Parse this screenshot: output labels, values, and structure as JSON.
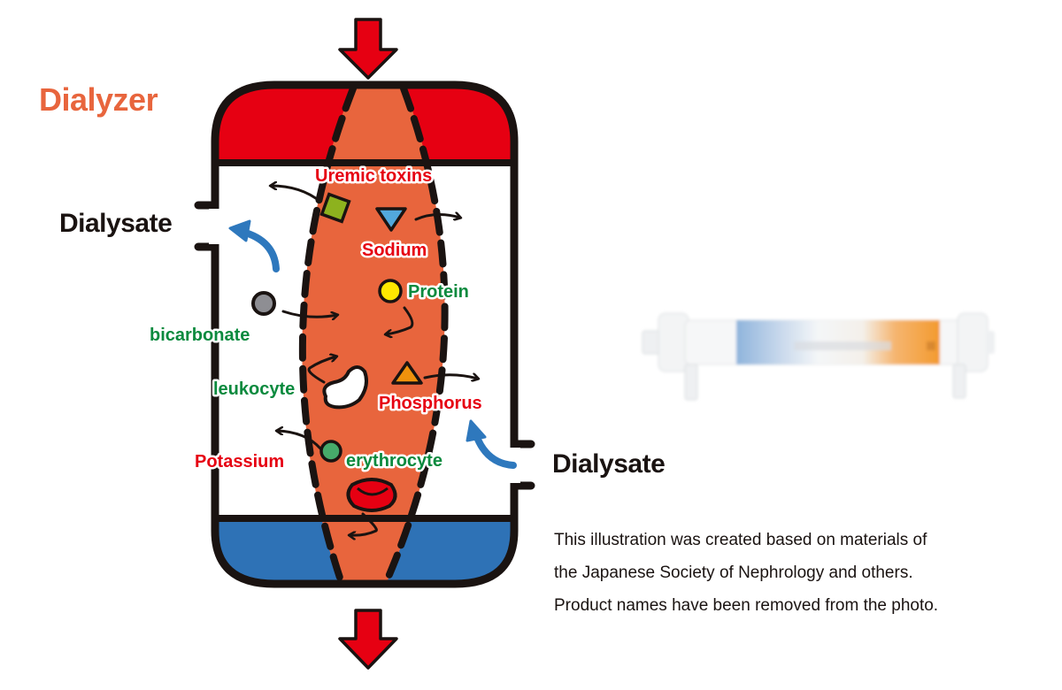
{
  "title": "Dialyzer",
  "dialysate_inlet_label": "Dialysate",
  "dialysate_outlet_label": "Dialysate",
  "substances": [
    {
      "id": "uremic-toxins",
      "label": "Uremic toxins",
      "category": "removed",
      "shape": "square",
      "color": "#8db21e"
    },
    {
      "id": "sodium",
      "label": "Sodium",
      "category": "removed",
      "shape": "triangle-down",
      "color": "#52a8dc"
    },
    {
      "id": "protein",
      "label": "Protein",
      "category": "retained",
      "shape": "circle",
      "color": "#ffe800"
    },
    {
      "id": "bicarbonate",
      "label": "bicarbonate",
      "category": "supplied",
      "shape": "circle",
      "color": "#8e8e93"
    },
    {
      "id": "leukocyte",
      "label": "leukocyte",
      "category": "retained",
      "shape": "bean",
      "color": "#ffffff"
    },
    {
      "id": "phosphorus",
      "label": "Phosphorus",
      "category": "removed",
      "shape": "triangle-up",
      "color": "#f0920c"
    },
    {
      "id": "potassium",
      "label": "Potassium",
      "category": "removed",
      "shape": "circle",
      "color": "#46ab6a"
    },
    {
      "id": "erythrocyte",
      "label": "erythrocyte",
      "category": "retained",
      "shape": "red-cell",
      "color": "#e60012"
    }
  ],
  "colors": {
    "title": "#e8653d",
    "blood": "#e8653d",
    "arterial": "#e60012",
    "venous": "#2e72b6",
    "removed_text": "#e60012",
    "retained_text": "#0a8a3e",
    "flow_arrow": "#2e78bd",
    "outline": "#1a1311"
  },
  "caption": [
    "This illustration was created based on materials of",
    "the Japanese Society of Nephrology and others.",
    "Product names have been removed from the photo."
  ]
}
